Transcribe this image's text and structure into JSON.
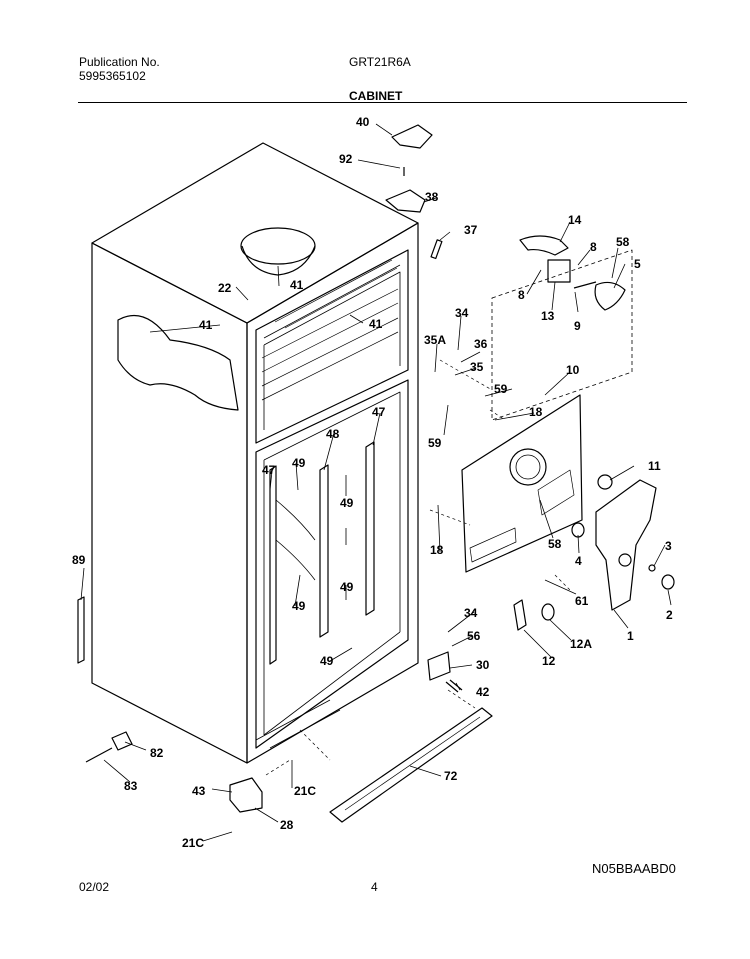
{
  "header": {
    "publication_label": "Publication No.",
    "publication_number": "5995365102",
    "model": "GRT21R6A",
    "section_title": "CABINET"
  },
  "footer": {
    "date": "02/02",
    "page": "4",
    "drawing_code": "N05BBAABD0"
  },
  "callouts": {
    "c40": "40",
    "c92": "92",
    "c38": "38",
    "c37": "37",
    "c14": "14",
    "c8a": "8",
    "c58a": "58",
    "c5": "5",
    "c8b": "8",
    "c13": "13",
    "c9": "9",
    "c22": "22",
    "c41a": "41",
    "c41b": "41",
    "c41c": "41",
    "c34a": "34",
    "c35A": "35A",
    "c36": "36",
    "c35": "35",
    "c59a": "59",
    "c10": "10",
    "c18a": "18",
    "c59b": "59",
    "c47a": "47",
    "c48": "48",
    "c47b": "47",
    "c49a": "49",
    "c49b": "49",
    "c49c": "49",
    "c49d": "49",
    "c49e": "49",
    "c11": "11",
    "c18b": "18",
    "c58b": "58",
    "c4": "4",
    "c3": "3",
    "c2": "2",
    "c61": "61",
    "c1": "1",
    "c89": "89",
    "c34b": "34",
    "c56": "56",
    "c12A": "12A",
    "c12": "12",
    "c30": "30",
    "c42": "42",
    "c82": "82",
    "c83": "83",
    "c72": "72",
    "c43": "43",
    "c21Ca": "21C",
    "c28": "28",
    "c21Cb": "21C"
  }
}
